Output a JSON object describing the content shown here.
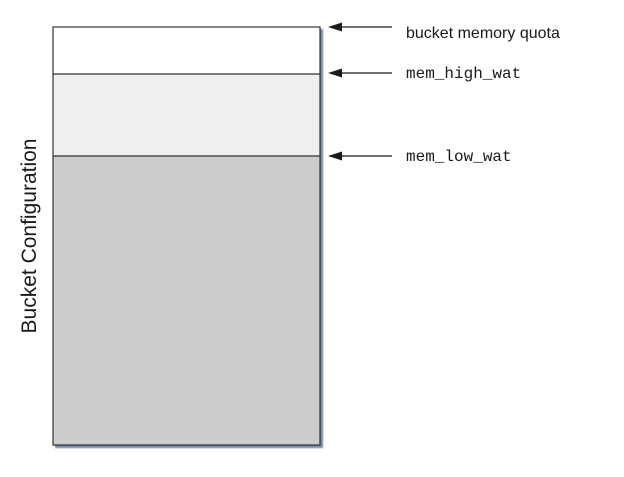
{
  "diagram": {
    "side_label": "Bucket Configuration",
    "markers": [
      {
        "label": "bucket memory quota",
        "style": "sans"
      },
      {
        "label": "mem_high_wat",
        "style": "mono"
      },
      {
        "label": "mem_low_wat",
        "style": "mono"
      }
    ],
    "colors": {
      "free_region": "#ffffff",
      "high_region": "#efefef",
      "low_region": "#cccccc",
      "border": "#333333",
      "shadow": "#6f86a8"
    }
  }
}
